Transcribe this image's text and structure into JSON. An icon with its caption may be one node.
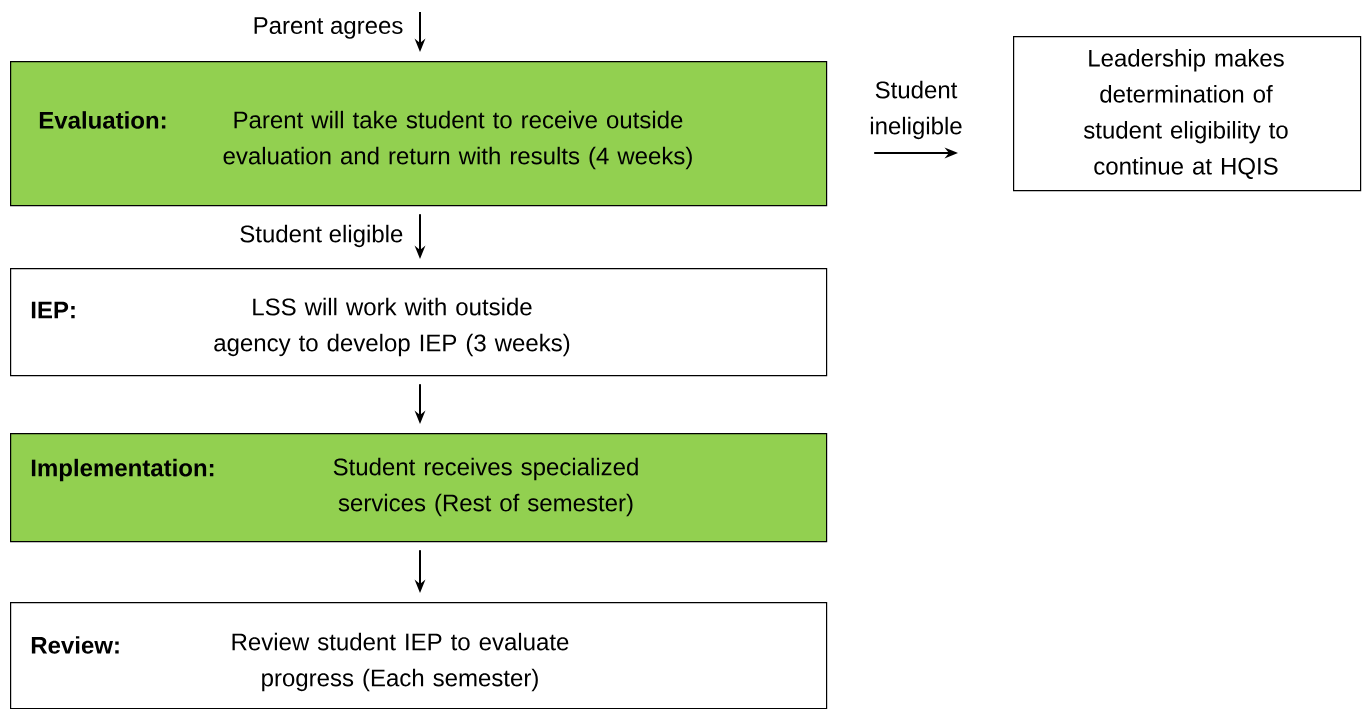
{
  "diagram": {
    "nodes": [
      {
        "text": [
          "Evaluation:",
          "Parent will take student to receive outside evaluation and return with results (4 weeks)"
        ]
      },
      {
        "text": [
          "Leadership makes determination of student eligibility to continue at HQIS"
        ]
      },
      {
        "text": [
          "IEP:",
          "LSS will work with outside agency to develop IEP (3 weeks)"
        ]
      },
      {
        "text": [
          "Implementation:",
          "Student receives specialized services (Rest of semester)"
        ]
      },
      {
        "text": [
          "Review:",
          "Review student IEP to evaluate progress (Each semester)"
        ]
      }
    ],
    "edges": [
      {
        "from": null,
        "to": 0,
        "arrow": "to",
        "label": "Parent agrees"
      },
      {
        "from": 0,
        "to": 1,
        "arrow": "to",
        "label": "Student ineligible"
      },
      {
        "from": 0,
        "to": 2,
        "arrow": "to",
        "label": "Student eligible"
      },
      {
        "from": 2,
        "to": 3,
        "arrow": "to"
      },
      {
        "from": 3,
        "to": 4,
        "arrow": "to"
      }
    ]
  }
}
